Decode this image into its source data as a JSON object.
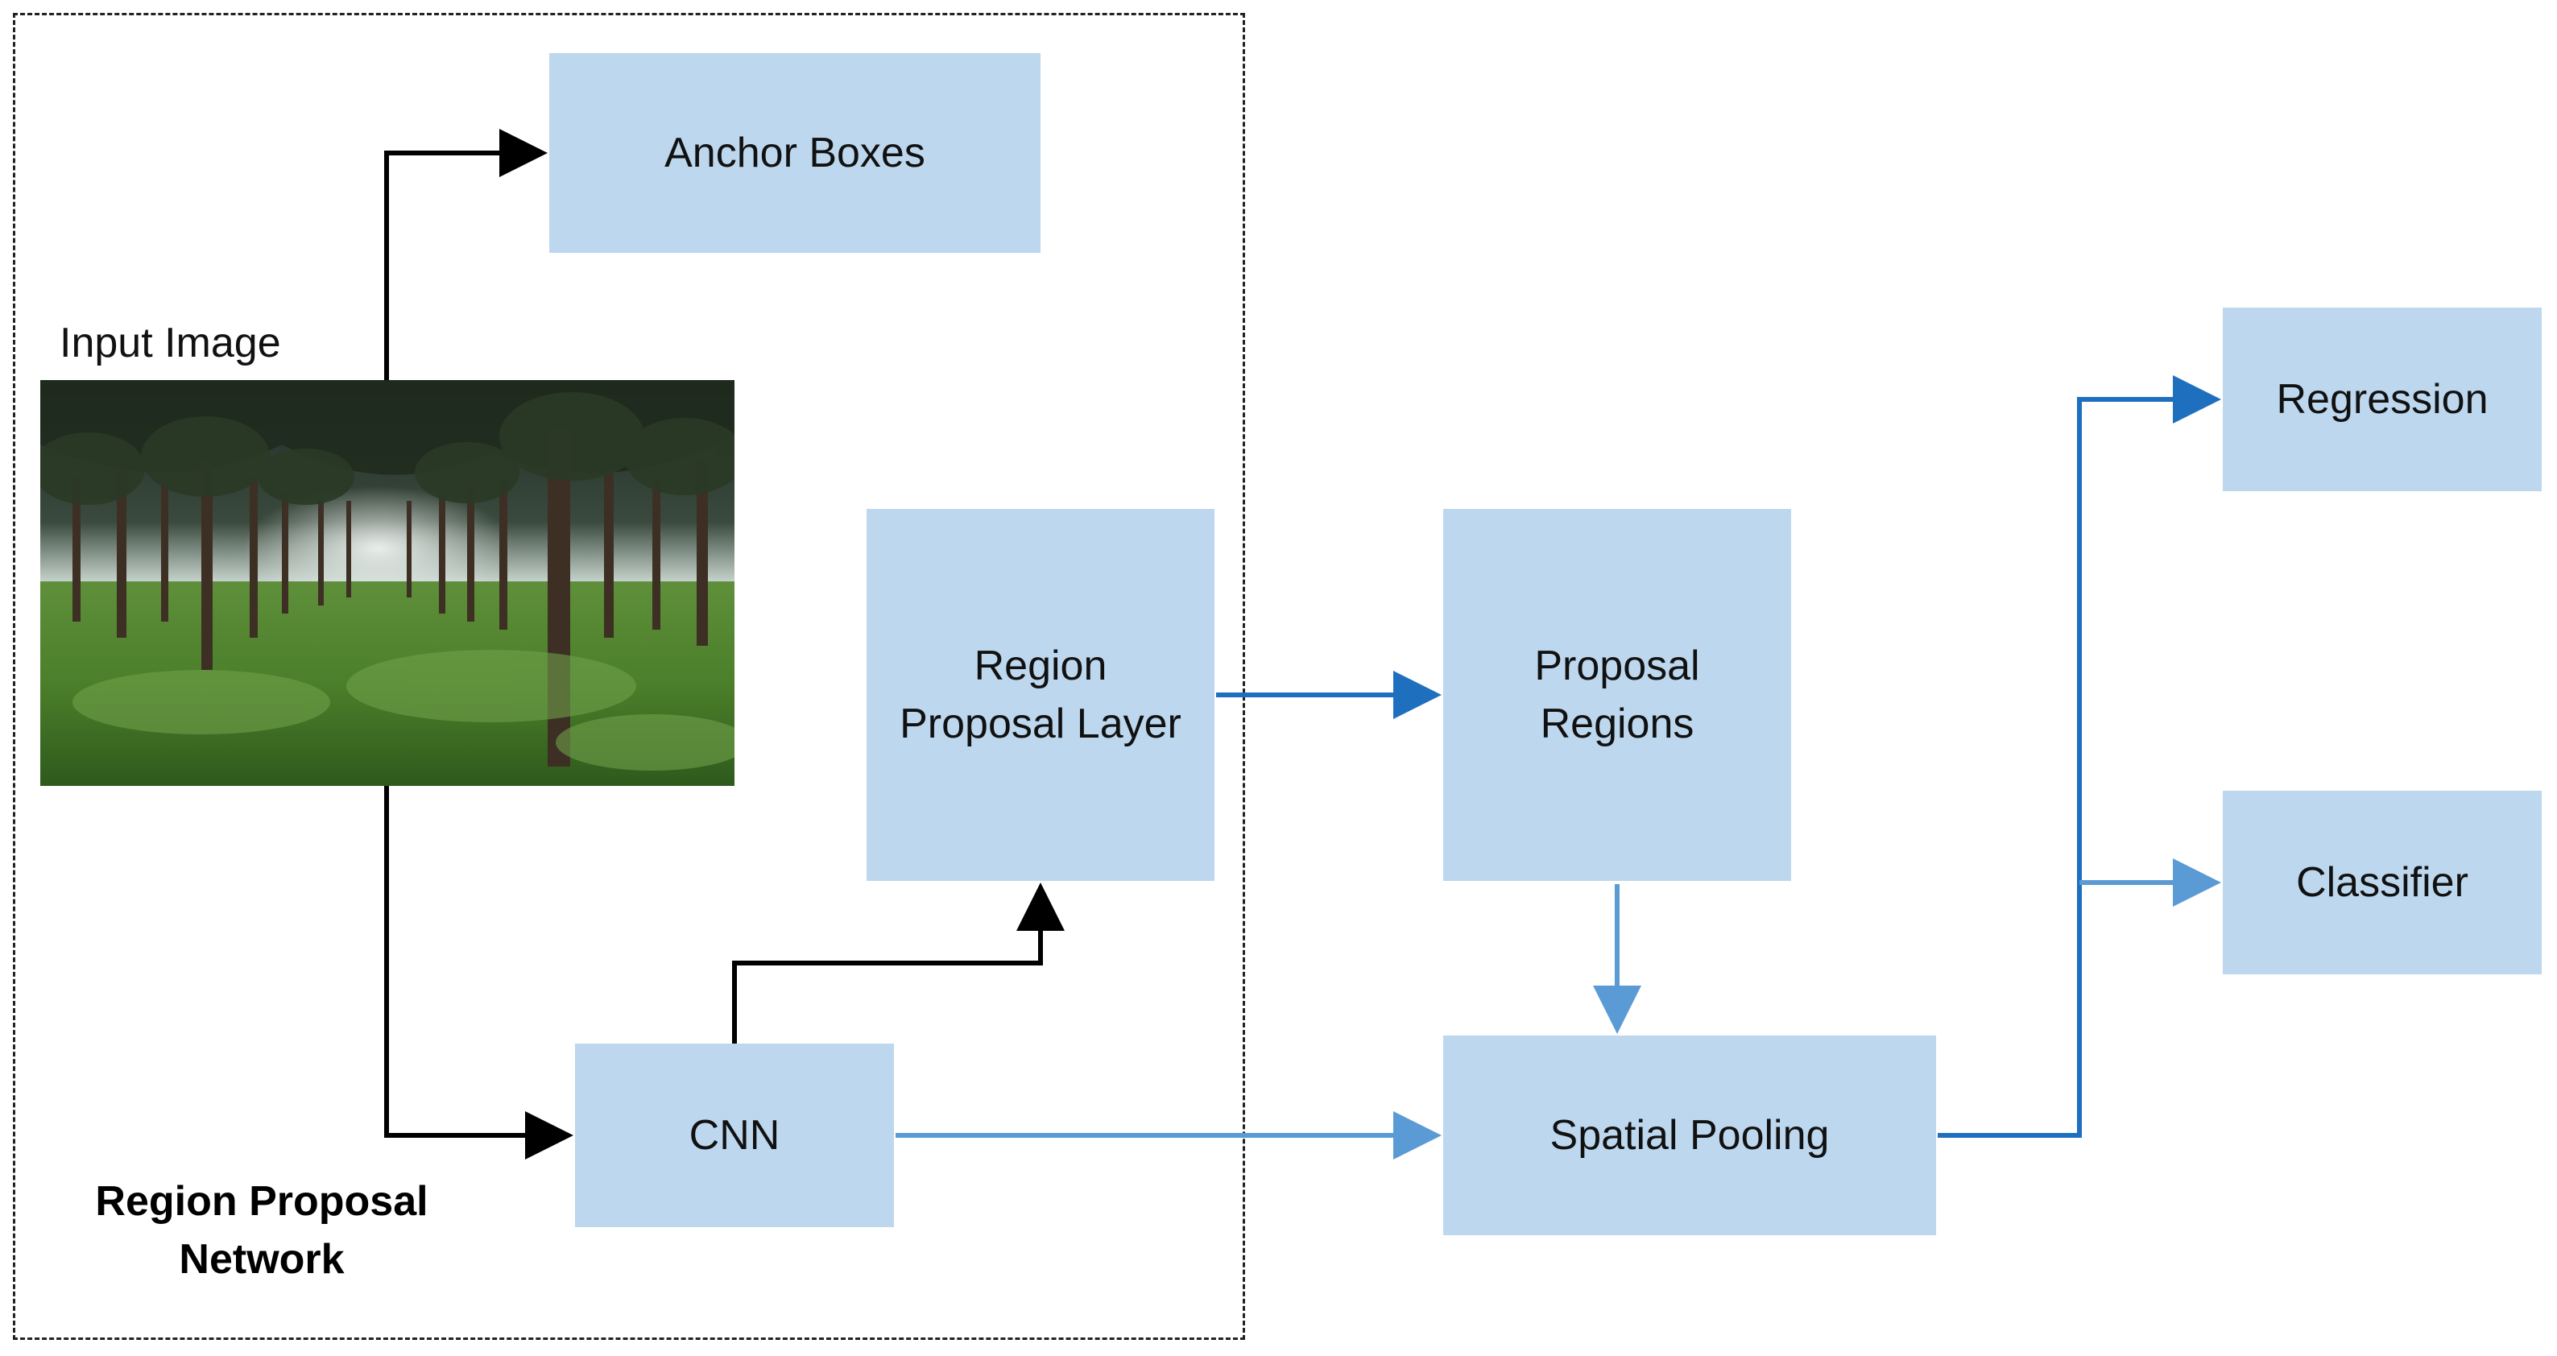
{
  "diagram": {
    "region_proposal_network": {
      "label_line1": "Region Proposal",
      "label_line2": "Network"
    },
    "input_image": {
      "label": "Input Image"
    },
    "nodes": {
      "anchor_boxes": {
        "label": "Anchor Boxes"
      },
      "region_proposal_layer": {
        "line1": "Region",
        "line2": "Proposal Layer"
      },
      "proposal_regions": {
        "line1": "Proposal",
        "line2": "Regions"
      },
      "cnn": {
        "label": "CNN"
      },
      "spatial_pooling": {
        "label": "Spatial Pooling"
      },
      "regression": {
        "label": "Regression"
      },
      "classifier": {
        "label": "Classifier"
      }
    },
    "colors": {
      "box_fill": "#bdd7ee",
      "arrow_black": "#000000",
      "arrow_dark_blue": "#1f6fbf",
      "arrow_light_blue": "#5b9bd5",
      "frame": "#222222"
    }
  }
}
